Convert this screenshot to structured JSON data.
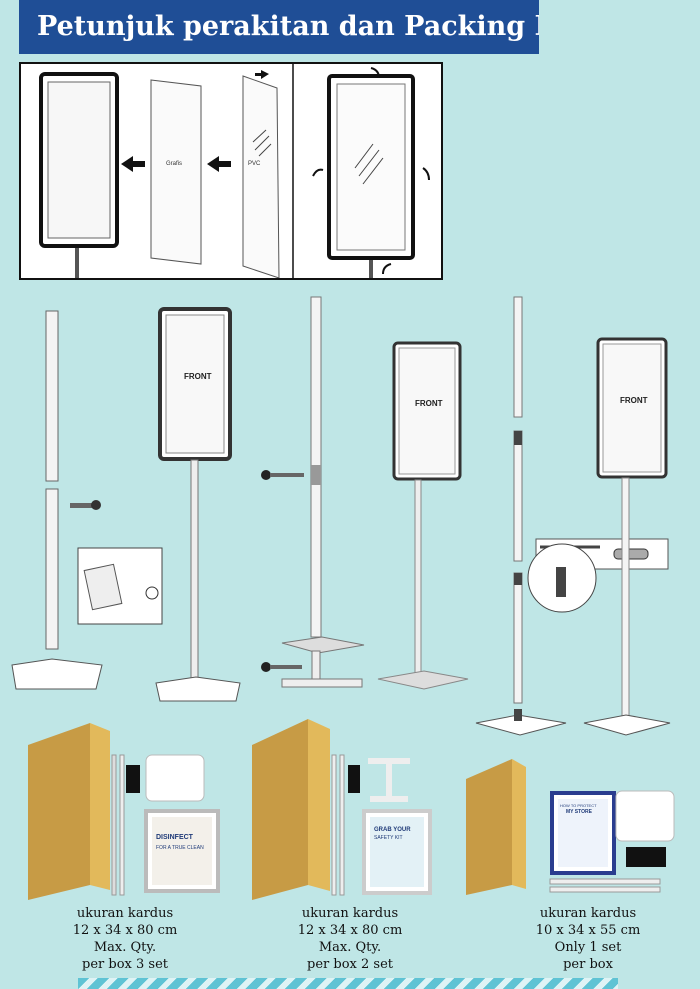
{
  "title": "Petunjuk perakitan dan Packing List",
  "assembly": {
    "label_graphic": "Grafis",
    "label_pvc": "PVC"
  },
  "stands": [
    {
      "label": "FRONT"
    },
    {
      "label": "FRONT"
    },
    {
      "label": "FRONT"
    }
  ],
  "posters": [
    {
      "line1": "DISINFECT",
      "line2": "FOR A TRUE CLEAN"
    },
    {
      "line1": "GRAB YOUR",
      "line2": "SAFETY KIT"
    },
    {
      "line1": "HOW TO PROTECT",
      "line2": "MY STORE"
    }
  ],
  "packing": [
    {
      "line1": "ukuran kardus",
      "line2": "12 x 34 x 80 cm",
      "line3": "Max. Qty.",
      "line4": "per box 3 set"
    },
    {
      "line1": "ukuran kardus",
      "line2": "12 x 34 x 80 cm",
      "line3": "Max. Qty.",
      "line4": "per box  2 set"
    },
    {
      "line1": "ukuran kardus",
      "line2": "10 x 34 x 55 cm",
      "line3": "Only 1 set",
      "line4": "per box"
    }
  ]
}
